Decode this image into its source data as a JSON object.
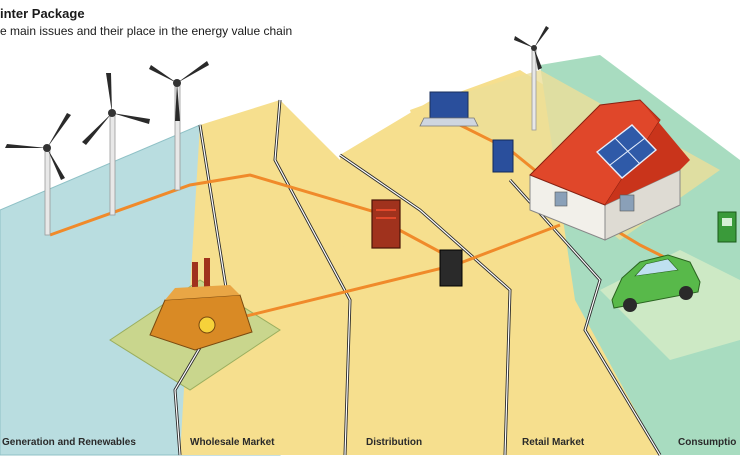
{
  "header": {
    "title": "inter Package",
    "subtitle": "e main issues and their place in the energy value chain"
  },
  "zones": [
    {
      "label": "Generation and Renewables",
      "color": "#b9dde0"
    },
    {
      "label": "Wholesale Market",
      "color": "#f6df8e"
    },
    {
      "label": "Distribution",
      "color": "#f6df8e"
    },
    {
      "label": "Retail Market",
      "color": "#f6df8e"
    },
    {
      "label": "Consumptio",
      "color": "#a8dcc0"
    }
  ],
  "colors": {
    "power_line": "#f08a2a",
    "roof": "#e0472a",
    "solar_panel": "#2f5aa8",
    "car": "#58b94a",
    "substation": "#a0321d",
    "meter": "#2a4f9c"
  },
  "icons": [
    "wind-turbine-icon",
    "power-plant-icon",
    "substation-icon",
    "transformer-icon",
    "house-icon",
    "solar-panel-icon",
    "laptop-icon",
    "smart-meter-icon",
    "electric-car-icon",
    "charging-station-icon"
  ]
}
